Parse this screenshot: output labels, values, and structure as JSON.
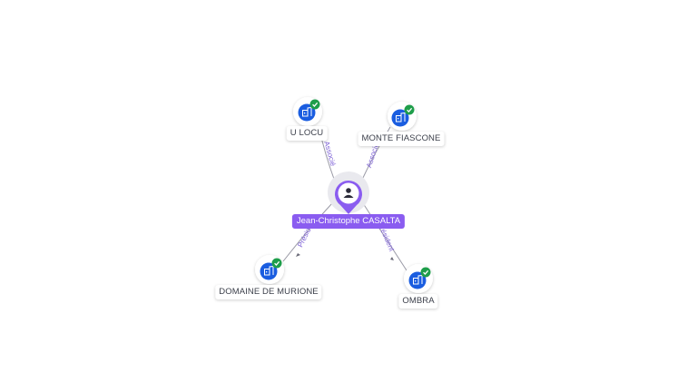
{
  "center": {
    "name": "Jean-Christophe CASALTA",
    "icon": "person-icon",
    "color": "#8a5cf0"
  },
  "companies": [
    {
      "name": "U LOCU",
      "relation": "Associé",
      "icon": "building-icon",
      "badge": "check-badge-icon"
    },
    {
      "name": "MONTE FIASCONE",
      "relation": "Associé",
      "icon": "building-icon",
      "badge": "check-badge-icon"
    },
    {
      "name": "DOMAINE DE MURIONE",
      "relation": "Président",
      "icon": "building-icon",
      "badge": "check-badge-icon"
    },
    {
      "name": "OMBRA",
      "relation": "Président",
      "icon": "building-icon",
      "badge": "check-badge-icon"
    }
  ],
  "colors": {
    "company_node": "#1a5de0",
    "verified_badge": "#1e9e4a",
    "relation_text": "#7c5fd6",
    "edge": "#9a9aa6"
  }
}
